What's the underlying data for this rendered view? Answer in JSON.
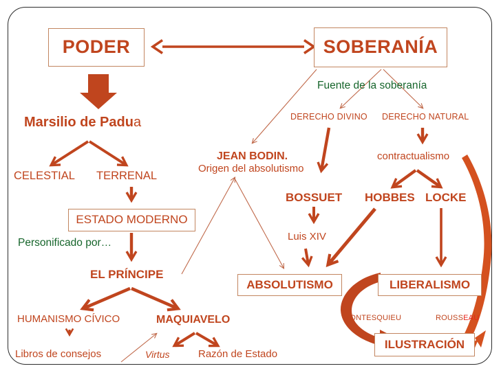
{
  "diagram": {
    "title_concepts": {
      "poder": "PODER",
      "soberania": "SOBERANÍA"
    },
    "colors": {
      "accent_orange": "#c0451e",
      "box_border": "#c2855f",
      "green_text": "#16652b",
      "frame": "#2b2b2b",
      "background": "#ffffff",
      "rousseau_tail_red": "#e8261b"
    },
    "nodes": {
      "poder": "PODER",
      "soberania": "SOBERANÍA",
      "marsilio_bold": "Marsilio de Padu",
      "marsilio_thin": "a",
      "celestial": "CELESTIAL",
      "terrenal": "TERRENAL",
      "estado_moderno": "ESTADO MODERNO",
      "personificado": "Personificado por…",
      "el_principe": "EL PRÍNCIPE",
      "humanismo_civico": "HUMANISMO CÍVICO",
      "libros_de_consejos": "Libros de consejos",
      "maquiavelo": "MAQUIAVELO",
      "virtus": "Virtus",
      "razon_de_estado": "Razón de Estado",
      "jean_bodin": "JEAN BODIN.",
      "origen_absolutismo": "Origen del absolutismo",
      "fuente_soberania": "Fuente de la soberanía",
      "derecho_divino": "DERECHO DIVINO",
      "derecho_natural": "DERECHO NATURAL",
      "contractualismo": "contractualismo",
      "bossuet": "BOSSUET",
      "hobbes": "HOBBES",
      "locke": "LOCKE",
      "luis_xiv": "Luis XIV",
      "absolutismo": "ABSOLUTISMO",
      "liberalismo": "LIBERALISMO",
      "montesquieu": "MONTESQUIEU",
      "rousseau_head": "ROUSS",
      "rousseau_tail": "EAU",
      "ilustracion": "ILUSTRACIÓN"
    },
    "connectors": [
      {
        "name": "poder-soberania-double-arrow",
        "from": "PODER",
        "to": "SOBERANÍA",
        "style": "double-headed-thick"
      },
      {
        "name": "poder-to-marsilio",
        "from": "PODER",
        "to": "Marsilio de Padua",
        "style": "block-arrow-down"
      },
      {
        "name": "marsilio-to-celestial",
        "from": "Marsilio de Padua",
        "to": "CELESTIAL",
        "style": "thick-arrow"
      },
      {
        "name": "marsilio-to-terrenal",
        "from": "Marsilio de Padua",
        "to": "TERRENAL",
        "style": "thick-arrow"
      },
      {
        "name": "celestial-terrenal-to-estado",
        "from": "CELESTIAL / TERRENAL",
        "to": "ESTADO MODERNO",
        "style": "arrow-down"
      },
      {
        "name": "estado-to-principe",
        "from": "ESTADO MODERNO",
        "to": "EL PRÍNCIPE",
        "style": "arrow-down"
      },
      {
        "name": "principe-to-humanismo",
        "from": "EL PRÍNCIPE",
        "to": "HUMANISMO CÍVICO",
        "style": "thick-arrow"
      },
      {
        "name": "principe-to-maquiavelo",
        "from": "EL PRÍNCIPE",
        "to": "MAQUIAVELO",
        "style": "thick-arrow"
      },
      {
        "name": "humanismo-to-libros",
        "from": "HUMANISMO CÍVICO",
        "to": "Libros de consejos",
        "style": "arrow-down"
      },
      {
        "name": "maquiavelo-to-virtus",
        "from": "MAQUIAVELO",
        "to": "Virtus",
        "style": "thick-arrow"
      },
      {
        "name": "maquiavelo-to-razon",
        "from": "MAQUIAVELO",
        "to": "Razón de Estado",
        "style": "thick-arrow"
      },
      {
        "name": "libros-to-maquiavelo-thin",
        "from": "Libros de consejos",
        "to": "MAQUIAVELO",
        "style": "thin-arrow"
      },
      {
        "name": "principe-to-bodin-thin",
        "from": "EL PRÍNCIPE",
        "to": "JEAN BODIN.",
        "style": "thin-arrow"
      },
      {
        "name": "soberania-to-bodin-thin",
        "from": "SOBERANÍA",
        "to": "JEAN BODIN.",
        "style": "thin-arrow"
      },
      {
        "name": "soberania-to-derecho-divino",
        "from": "Fuente de la soberanía",
        "to": "DERECHO DIVINO",
        "style": "thin-arrow"
      },
      {
        "name": "soberania-to-derecho-natural",
        "from": "Fuente de la soberanía",
        "to": "DERECHO NATURAL",
        "style": "thin-arrow"
      },
      {
        "name": "divino-to-bossuet",
        "from": "DERECHO DIVINO",
        "to": "BOSSUET",
        "style": "thick-line-arrow"
      },
      {
        "name": "natural-to-contractualismo",
        "from": "DERECHO NATURAL",
        "to": "contractualismo",
        "style": "arrow-down"
      },
      {
        "name": "contractualismo-to-hobbes",
        "from": "contractualismo",
        "to": "HOBBES",
        "style": "thick-arrow"
      },
      {
        "name": "contractualismo-to-locke",
        "from": "contractualismo",
        "to": "LOCKE",
        "style": "thick-arrow"
      },
      {
        "name": "bossuet-to-luis",
        "from": "BOSSUET",
        "to": "Luis XIV",
        "style": "thick-arrow"
      },
      {
        "name": "luis-to-absolutismo",
        "from": "Luis XIV",
        "to": "ABSOLUTISMO",
        "style": "thick-arrow"
      },
      {
        "name": "bodin-to-absolutismo-thin",
        "from": "JEAN BODIN.",
        "to": "ABSOLUTISMO",
        "style": "thin-arrow"
      },
      {
        "name": "hobbes-to-absolutismo",
        "from": "HOBBES",
        "to": "ABSOLUTISMO",
        "style": "thick-diagonal-arrow"
      },
      {
        "name": "locke-to-liberalismo",
        "from": "LOCKE",
        "to": "LIBERALISMO",
        "style": "arrow-down"
      },
      {
        "name": "liberalismo-to-ilustracion-curved",
        "from": "LIBERALISMO",
        "to": "ILUSTRACIÓN",
        "style": "curved-block-arrow"
      },
      {
        "name": "contractualismo-to-ilustracion-curved",
        "from": "contractualismo",
        "to": "ILUSTRACIÓN",
        "style": "long-curved-block-arrow"
      }
    ]
  }
}
